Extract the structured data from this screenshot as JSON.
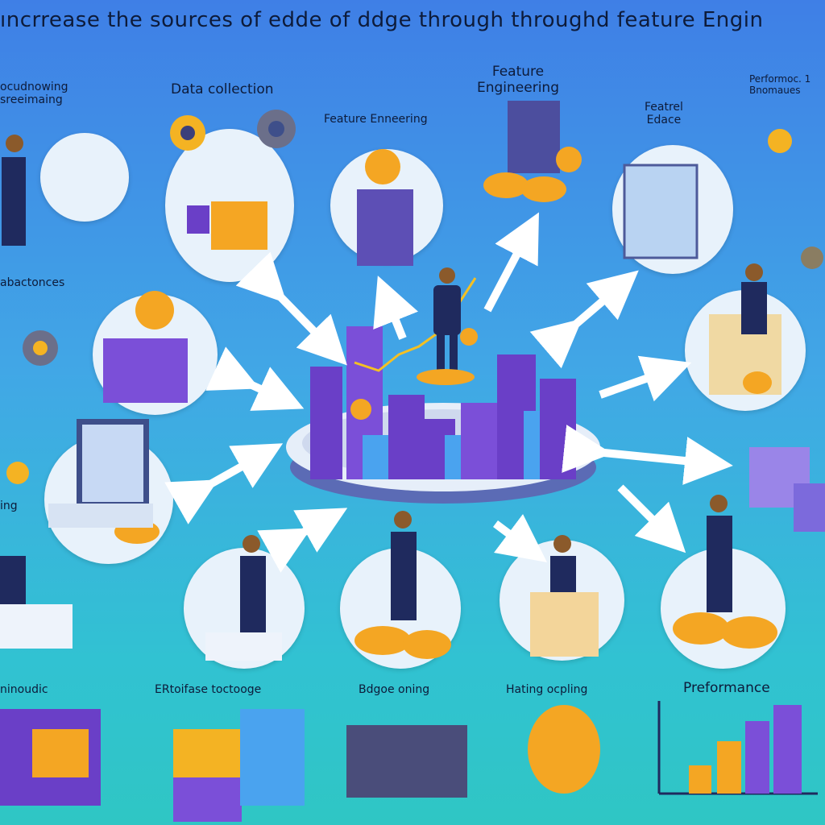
{
  "title": "ıncrrease  the sources of edde of ddge  through throughd feature  Engin",
  "labels": {
    "top_left": "ocudnowing\nsreeimaing",
    "data_collection": "Data collection",
    "feature_enneering": "Feature Enneering",
    "feature_engineering": "Feature\nEngineering",
    "featrel_edace": "Featrel\nEdace",
    "performance_top": "Performoc. 1\nBnomaues",
    "mid_left": "abactonces",
    "left_bottom": "ing",
    "bottom_left": "ninoudic",
    "bottom_2": "ERtoifase toctooge",
    "bottom_3": "Bdgoe oning",
    "bottom_4": "Hating ocpling",
    "bottom_5": "Preformance"
  },
  "colors": {
    "bg_top": "#3f7fe6",
    "bg_bottom": "#2fc6c4",
    "purple": "#6a3fc7",
    "blue": "#4aa3ef",
    "coin": "#f4a623",
    "suit": "#1f2a5e"
  },
  "icons": [
    "gear-icon",
    "coin-icon",
    "bar-chart-icon",
    "laptop-icon",
    "box-icon",
    "arrow-icon",
    "person-icon"
  ]
}
